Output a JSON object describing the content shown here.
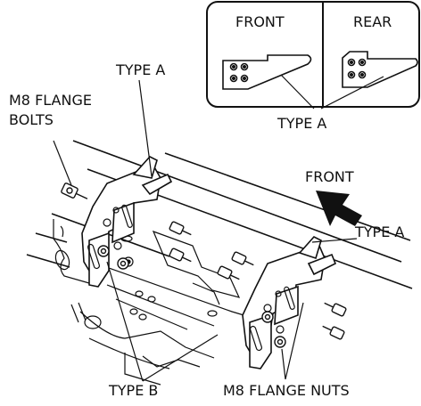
{
  "inset": {
    "front_label": "FRONT",
    "rear_label": "REAR",
    "type_label": "TYPE A"
  },
  "callouts": {
    "type_a_top": "TYPE A",
    "m8_flange_bolts_line1": "M8 FLANGE",
    "m8_flange_bolts_line2": "BOLTS",
    "front_arrow": "FRONT",
    "type_a_right": "TYPE A",
    "type_b": "TYPE B",
    "m8_flange_nuts": "M8 FLANGE NUTS"
  },
  "icons": [
    "front-direction-arrow-icon",
    "flange-bolt-icon",
    "flange-nut-icon"
  ]
}
